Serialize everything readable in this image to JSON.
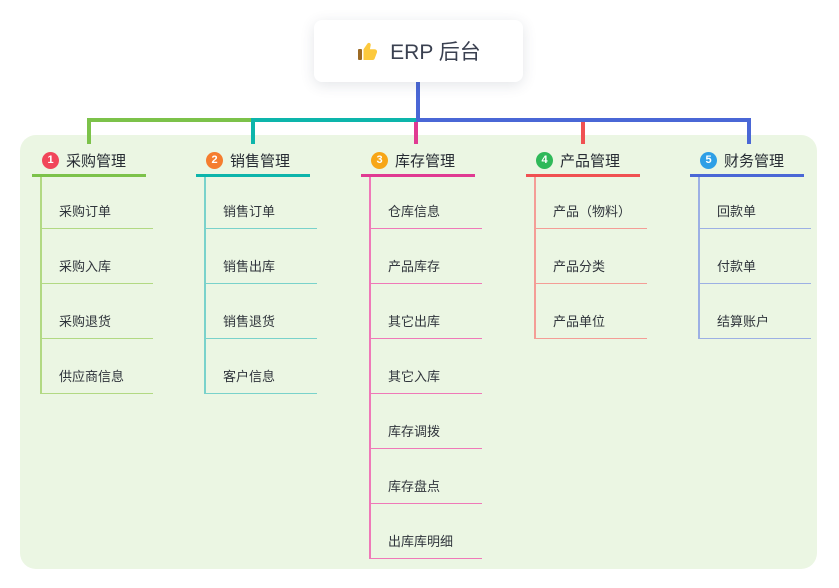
{
  "root": {
    "icon": "thumbs-up-icon",
    "label": "ERP 后台"
  },
  "branches": [
    {
      "num": "1",
      "label": "采购管理",
      "badge_color": "#f1465a",
      "line_color": "#7cc24a",
      "children": [
        "采购订单",
        "采购入库",
        "采购退货",
        "供应商信息"
      ]
    },
    {
      "num": "2",
      "label": "销售管理",
      "badge_color": "#f57d2f",
      "line_color": "#0db5ab",
      "children": [
        "销售订单",
        "销售出库",
        "销售退货",
        "客户信息"
      ]
    },
    {
      "num": "3",
      "label": "库存管理",
      "badge_color": "#f7a617",
      "line_color": "#e03a92",
      "children": [
        "仓库信息",
        "产品库存",
        "其它出库",
        "其它入库",
        "库存调拨",
        "库存盘点",
        "出库库明细"
      ]
    },
    {
      "num": "4",
      "label": "产品管理",
      "badge_color": "#2fb959",
      "line_color": "#f05152",
      "children": [
        "产品（物料）",
        "产品分类",
        "产品单位"
      ]
    },
    {
      "num": "5",
      "label": "财务管理",
      "badge_color": "#2e9fe6",
      "line_color": "#4a67d6",
      "children": [
        "回款单",
        "付款单",
        "结算账户"
      ]
    }
  ],
  "colors": {
    "canvas_bg": "#ebf6e3",
    "root_connector": "#4a67d6",
    "trunk_segments": [
      "#7cc24a",
      "#0db5ab",
      "#4a67d6"
    ]
  }
}
